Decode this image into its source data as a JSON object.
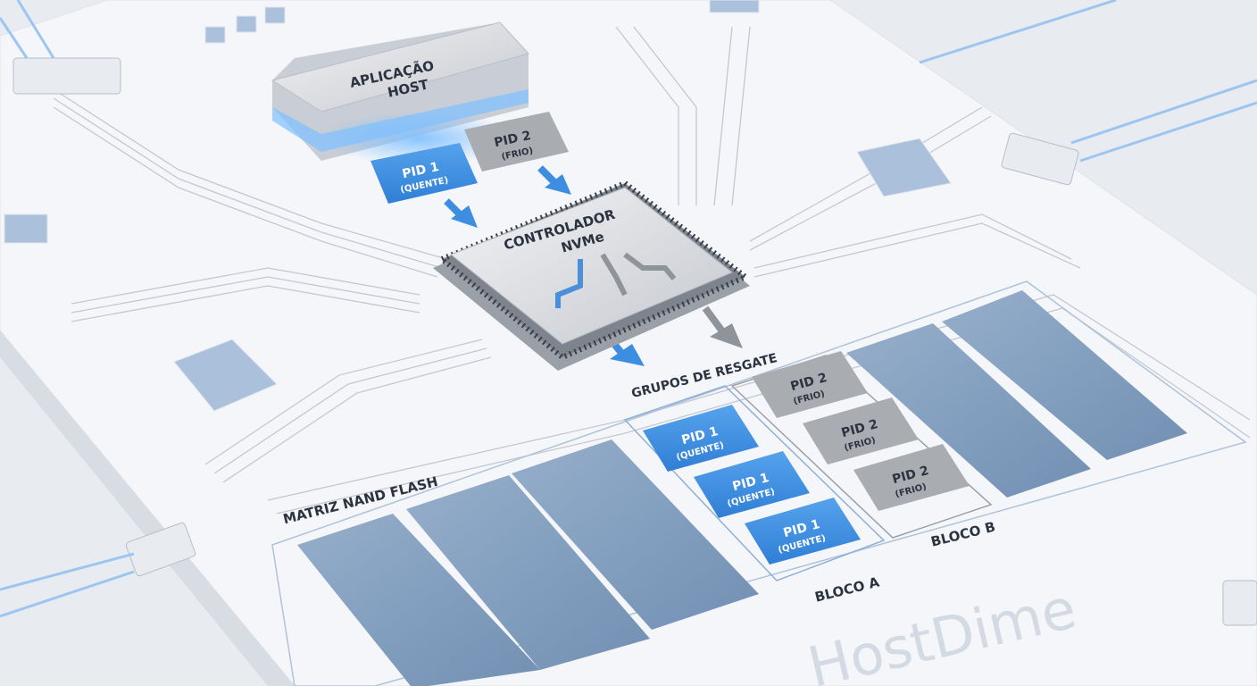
{
  "host": {
    "line1": "APLICAÇÃO",
    "line2": "HOST"
  },
  "host_outputs": [
    {
      "pid": "PID 1",
      "kind": "(QUENTE)"
    },
    {
      "pid": "PID 2",
      "kind": "(FRIO)"
    }
  ],
  "controller": {
    "line1": "CONTROLADOR",
    "line2": "NVMe"
  },
  "groups_label": "GRUPOS DE RESGATE",
  "nand_label": "MATRIZ NAND FLASH",
  "block_a": {
    "label": "BLOCO A",
    "tiles": [
      {
        "pid": "PID 1",
        "kind": "(QUENTE)"
      },
      {
        "pid": "PID 1",
        "kind": "(QUENTE)"
      },
      {
        "pid": "PID 1",
        "kind": "(QUENTE)"
      }
    ]
  },
  "block_b": {
    "label": "BLOCO B",
    "tiles": [
      {
        "pid": "PID 2",
        "kind": "(FRIO)"
      },
      {
        "pid": "PID 2",
        "kind": "(FRIO)"
      },
      {
        "pid": "PID 2",
        "kind": "(FRIO)"
      }
    ]
  },
  "watermark": "HostDime",
  "colors": {
    "hot": "#3d8ee0",
    "cold": "#a9acb1",
    "flash": "#7f9bbb",
    "board": "#f4f5f8"
  }
}
